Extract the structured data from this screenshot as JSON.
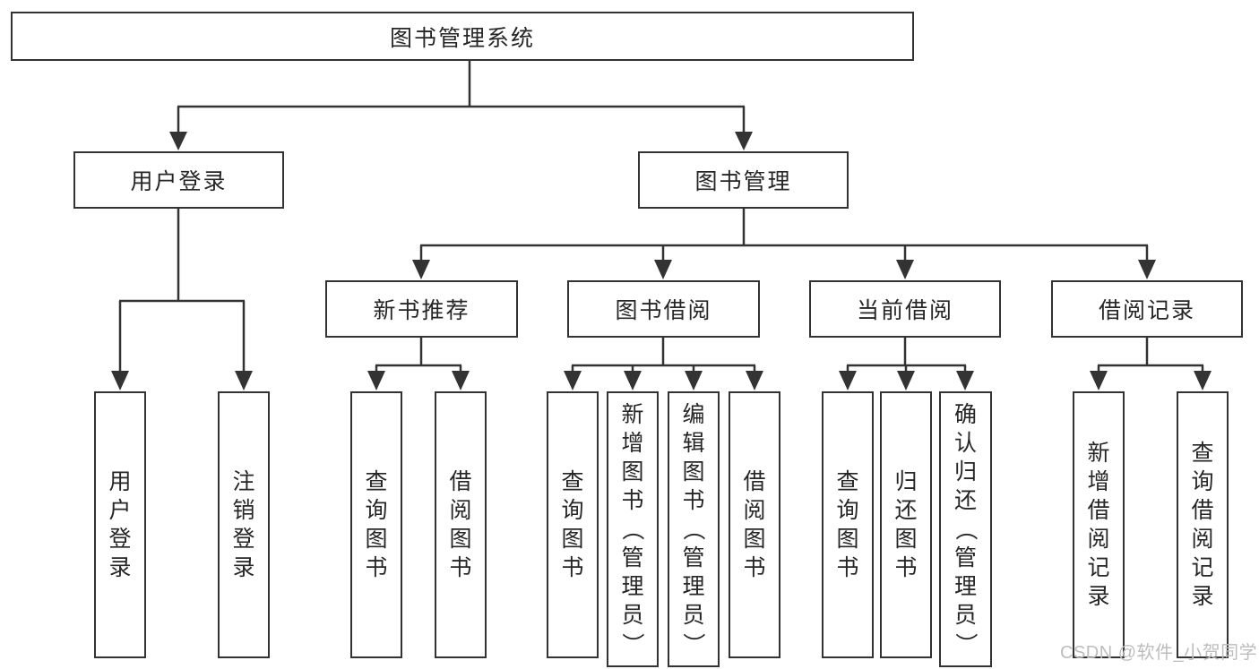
{
  "colors": {
    "line": "#333333",
    "node_border": "#333333",
    "node_text": "#262626",
    "background": "#ffffff",
    "watermark_text_color": "#bdbdbd"
  },
  "nodes": {
    "root": {
      "label": "图书管理系统"
    },
    "user_login": {
      "label": "用户登录",
      "children": [
        "用户登录",
        "注销登录"
      ]
    },
    "book_mgmt": {
      "label": "图书管理"
    },
    "new_books": {
      "label": "新书推荐",
      "children": [
        "查询图书",
        "借阅图书"
      ]
    },
    "book_borrow": {
      "label": "图书借阅",
      "children": [
        "查询图书",
        "新增图书（管理员）",
        "编辑图书（管理员）",
        "借阅图书"
      ]
    },
    "current_borrow": {
      "label": "当前借阅",
      "children": [
        "查询图书",
        "归还图书",
        "确认归还（管理员）"
      ]
    },
    "borrow_records": {
      "label": "借阅记录",
      "children": [
        "新增借阅记录",
        "查询借阅记录"
      ]
    }
  },
  "watermark": "CSDN @软件_小贺同学"
}
